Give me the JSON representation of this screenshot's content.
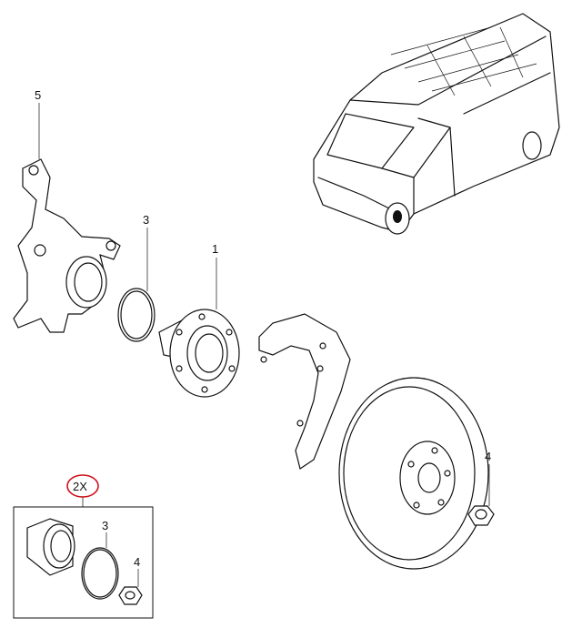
{
  "callouts": {
    "knuckle": "5",
    "retaining_ring": "3",
    "hub": "1",
    "nut": "4",
    "kit_quantity": "2X",
    "kit_ring": "3",
    "kit_nut": "4"
  },
  "colors": {
    "line": "#111111",
    "highlight": "#d0101a"
  }
}
